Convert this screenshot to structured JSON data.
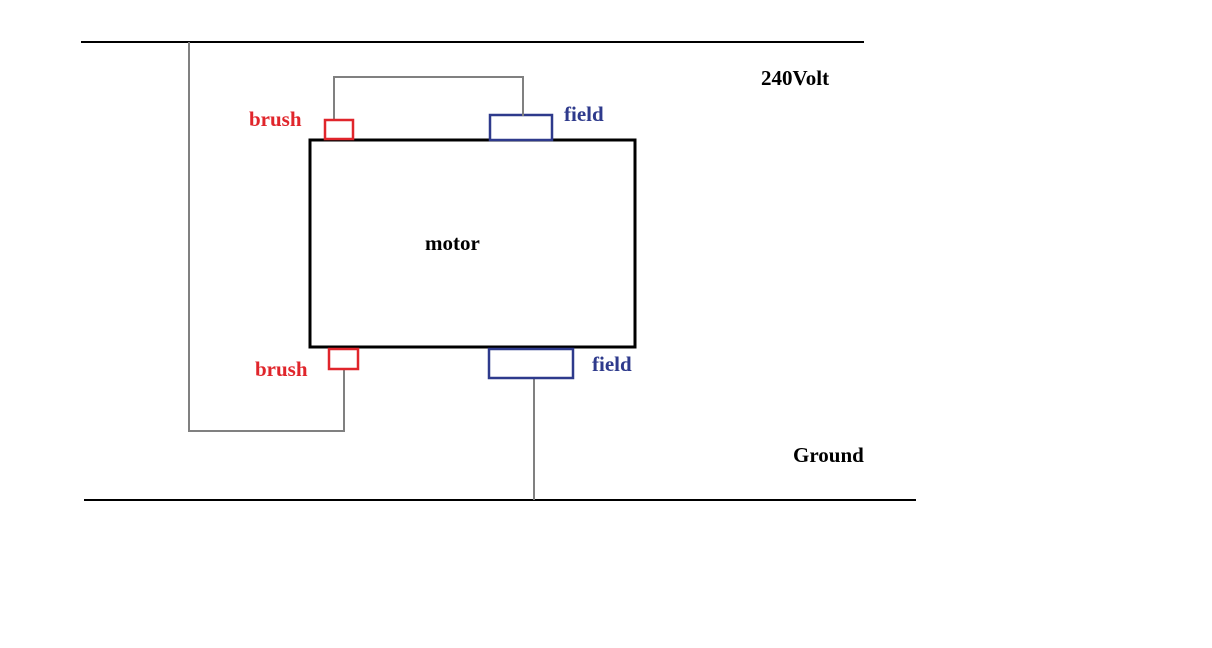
{
  "diagram": {
    "supply_label": "240Volt",
    "ground_label": "Ground",
    "motor_label": "motor",
    "brush_top_label": "brush",
    "brush_bottom_label": "brush",
    "field_top_label": "field",
    "field_bottom_label": "field"
  },
  "colors": {
    "rail": "#000000",
    "wire": "#808080",
    "motor_outline": "#000000",
    "brush": "#e0252b",
    "field": "#2e3a8c",
    "text": "#000000"
  }
}
